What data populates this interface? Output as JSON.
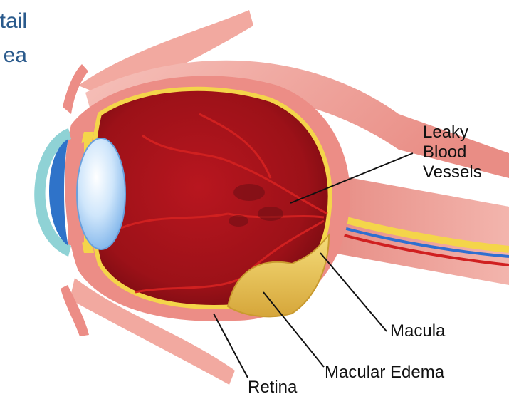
{
  "heading": {
    "line1": "tail",
    "line2": "ea"
  },
  "labels": {
    "leaky_blood_vessels": [
      "Leaky",
      "Blood",
      "Vessels"
    ],
    "macula": "Macula",
    "macular_edema": "Macular Edema",
    "retina": "Retina"
  },
  "colors": {
    "heading": "#2a5a8c",
    "sclera": "#ec8d86",
    "muscle": "#f3b0a8",
    "interior": "#a8141c",
    "retina": "#f4d54a",
    "edema": "#e9c24e",
    "lens": "#cfe6fb",
    "cornea": "#8fd2d5",
    "vessel": "#d02020"
  }
}
